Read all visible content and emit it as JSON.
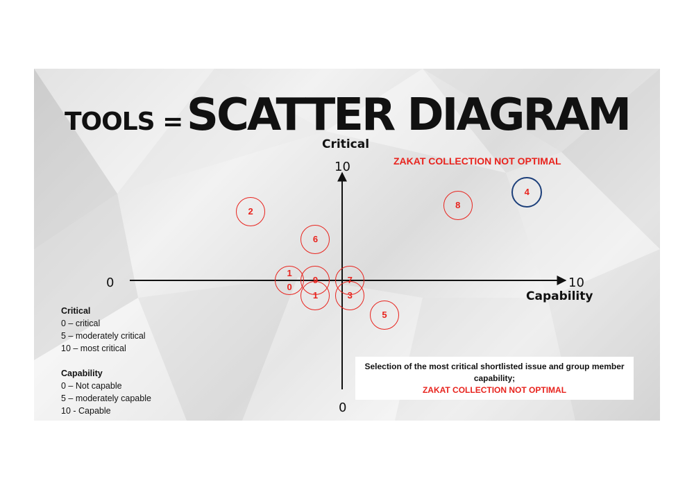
{
  "title_prefix": "TOOLS =",
  "title_main": "SCATTER DIAGRAM",
  "y_axis": {
    "title": "Critical",
    "max_label": "10",
    "min_label": "0"
  },
  "x_axis": {
    "title": "Capability",
    "min_label": "0",
    "max_label": "10"
  },
  "issue_header": "ZAKAT COLLECTION NOT OPTIMAL",
  "colors": {
    "point": "#e8231d",
    "selected": "#1c3f7a",
    "axis": "#111111",
    "highlight": "#e8231d"
  },
  "chart_data": {
    "type": "scatter",
    "title": "SCATTER DIAGRAM",
    "xlabel": "Capability",
    "ylabel": "Critical",
    "points": [
      {
        "label": "1",
        "x": 4.3,
        "y": 4.3
      },
      {
        "label": "2",
        "x": 2.8,
        "y": 8.2
      },
      {
        "label": "3",
        "x": 5.1,
        "y": 4.3
      },
      {
        "label": "4",
        "x": 9.2,
        "y": 9.1
      },
      {
        "label": "5",
        "x": 5.9,
        "y": 3.4
      },
      {
        "label": "6",
        "x": 4.3,
        "y": 6.9
      },
      {
        "label": "7",
        "x": 5.1,
        "y": 5.0
      },
      {
        "label": "8",
        "x": 7.6,
        "y": 8.5
      },
      {
        "label": "9",
        "x": 4.3,
        "y": 5.0
      },
      {
        "label": "10",
        "x": 3.7,
        "y": 5.0
      }
    ],
    "selected_label": "4"
  },
  "legend": {
    "critical_title": "Critical",
    "critical_items": [
      "0 – critical",
      "5 – moderately critical",
      "10 – most critical"
    ],
    "capability_title": "Capability",
    "capability_items": [
      "0 – Not capable",
      "5 – moderately capable",
      "10 - Capable"
    ]
  },
  "note": {
    "text": "Selection of the most critical shortlisted issue and group member capability;",
    "highlight": "ZAKAT COLLECTION NOT OPTIMAL"
  }
}
